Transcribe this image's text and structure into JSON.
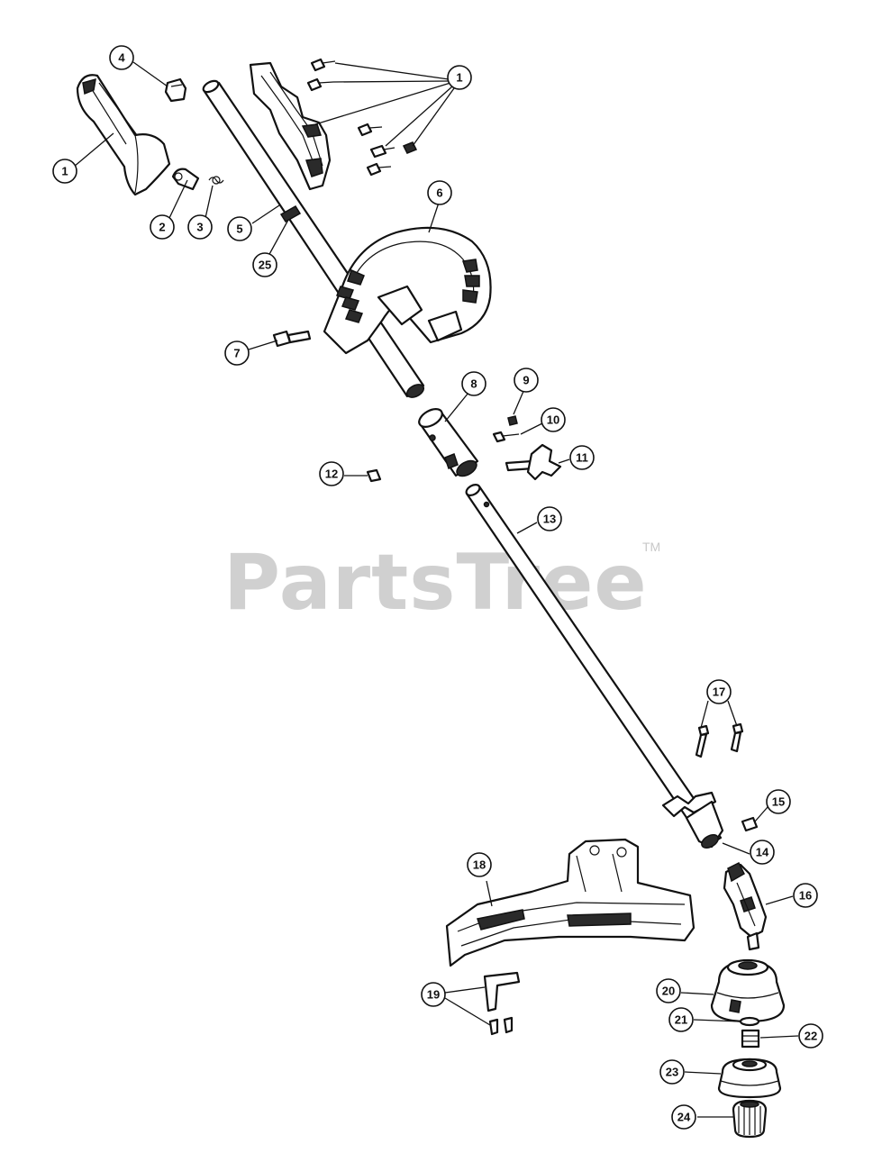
{
  "watermark": {
    "text": "PartsTree",
    "mark": "TM"
  },
  "callouts": [
    {
      "id": "c1a",
      "label": "1"
    },
    {
      "id": "c1b",
      "label": "1"
    },
    {
      "id": "c2",
      "label": "2"
    },
    {
      "id": "c3",
      "label": "3"
    },
    {
      "id": "c4",
      "label": "4"
    },
    {
      "id": "c5",
      "label": "5"
    },
    {
      "id": "c6",
      "label": "6"
    },
    {
      "id": "c7",
      "label": "7"
    },
    {
      "id": "c8",
      "label": "8"
    },
    {
      "id": "c9",
      "label": "9"
    },
    {
      "id": "c10",
      "label": "10"
    },
    {
      "id": "c11",
      "label": "11"
    },
    {
      "id": "c12",
      "label": "12"
    },
    {
      "id": "c13",
      "label": "13"
    },
    {
      "id": "c14",
      "label": "14"
    },
    {
      "id": "c15",
      "label": "15"
    },
    {
      "id": "c16",
      "label": "16"
    },
    {
      "id": "c17",
      "label": "17"
    },
    {
      "id": "c18",
      "label": "18"
    },
    {
      "id": "c19",
      "label": "19"
    },
    {
      "id": "c20",
      "label": "20"
    },
    {
      "id": "c21",
      "label": "21"
    },
    {
      "id": "c22",
      "label": "22"
    },
    {
      "id": "c23",
      "label": "23"
    },
    {
      "id": "c24",
      "label": "24"
    },
    {
      "id": "c25",
      "label": "25"
    }
  ]
}
